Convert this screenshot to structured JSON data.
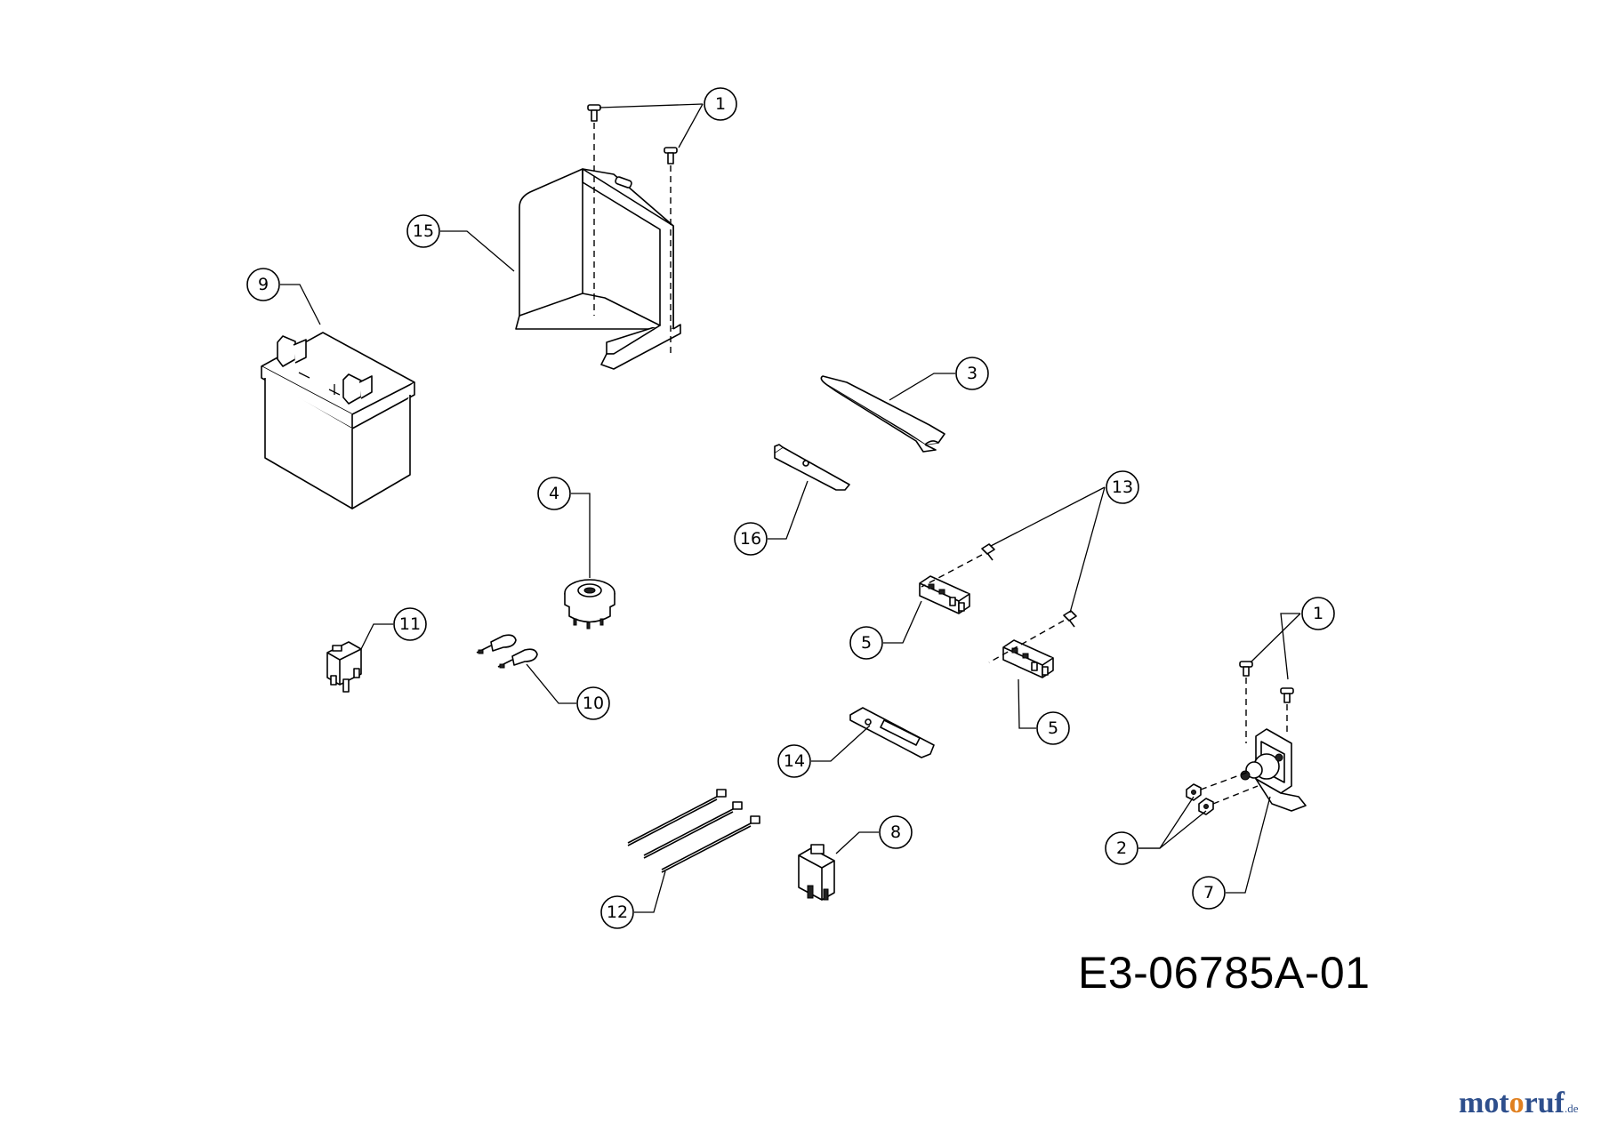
{
  "drawing_code": "E3-06785A-01",
  "watermark": {
    "part1": "mot",
    "part2": "o",
    "part3": "ruf",
    "suffix": ".de"
  },
  "callouts": [
    {
      "id": "c1a",
      "label": "1"
    },
    {
      "id": "c15",
      "label": "15"
    },
    {
      "id": "c9",
      "label": "9"
    },
    {
      "id": "c3",
      "label": "3"
    },
    {
      "id": "c4",
      "label": "4"
    },
    {
      "id": "c16",
      "label": "16"
    },
    {
      "id": "c13",
      "label": "13"
    },
    {
      "id": "c11",
      "label": "11"
    },
    {
      "id": "c10",
      "label": "10"
    },
    {
      "id": "c5a",
      "label": "5"
    },
    {
      "id": "c1b",
      "label": "1"
    },
    {
      "id": "c5b",
      "label": "5"
    },
    {
      "id": "c14",
      "label": "14"
    },
    {
      "id": "c8",
      "label": "8"
    },
    {
      "id": "c2",
      "label": "2"
    },
    {
      "id": "c7",
      "label": "7"
    },
    {
      "id": "c12",
      "label": "12"
    }
  ]
}
